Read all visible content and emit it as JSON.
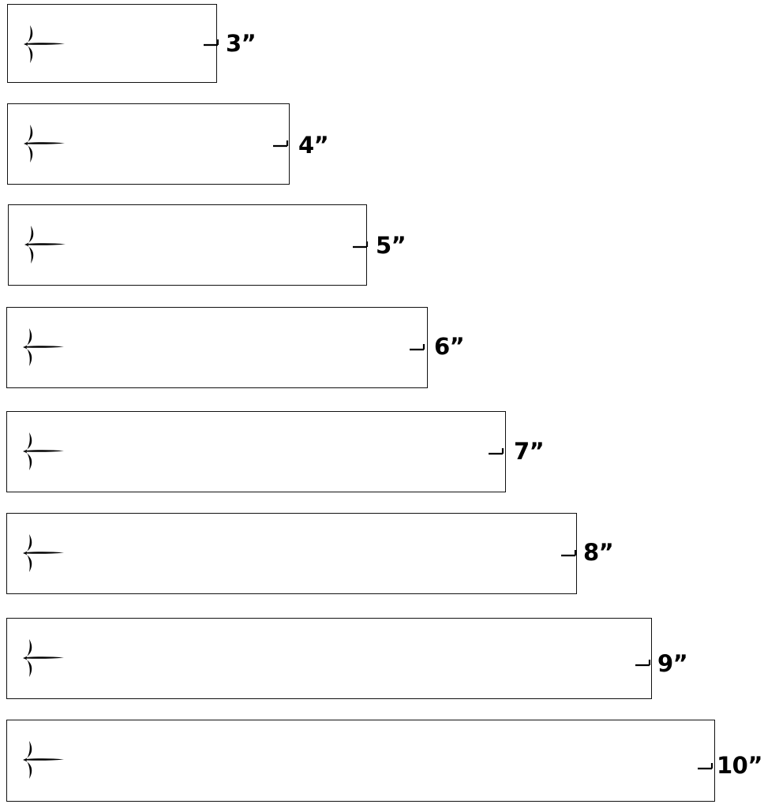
{
  "bars": [
    {
      "size_label": "3”",
      "length_in": 3,
      "icon": "arrow-fletching-icon",
      "tip_icon": "arrow-tip-icon"
    },
    {
      "size_label": "4”",
      "length_in": 4,
      "icon": "arrow-fletching-icon",
      "tip_icon": "arrow-tip-icon"
    },
    {
      "size_label": "5”",
      "length_in": 5,
      "icon": "arrow-fletching-icon",
      "tip_icon": "arrow-tip-icon"
    },
    {
      "size_label": "6”",
      "length_in": 6,
      "icon": "arrow-fletching-icon",
      "tip_icon": "arrow-tip-icon"
    },
    {
      "size_label": "7”",
      "length_in": 7,
      "icon": "arrow-fletching-icon",
      "tip_icon": "arrow-tip-icon"
    },
    {
      "size_label": "8”",
      "length_in": 8,
      "icon": "arrow-fletching-icon",
      "tip_icon": "arrow-tip-icon"
    },
    {
      "size_label": "9”",
      "length_in": 9,
      "icon": "arrow-fletching-icon",
      "tip_icon": "arrow-tip-icon"
    },
    {
      "size_label": "10”",
      "length_in": 10,
      "icon": "arrow-fletching-icon",
      "tip_icon": "arrow-tip-icon"
    }
  ],
  "colors": {
    "stroke": "#111111",
    "background": "#ffffff",
    "text": "#000000"
  }
}
